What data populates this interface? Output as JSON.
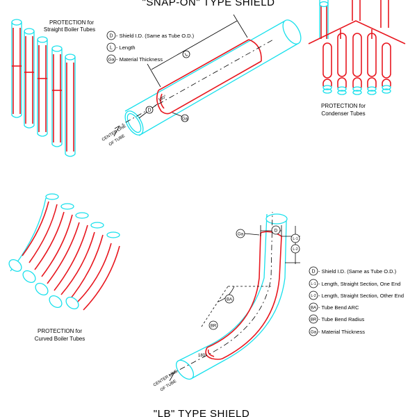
{
  "titles": {
    "top": "\"SNAP-ON\" TYPE SHIELD",
    "bottom": "\"LB\" TYPE SHIELD"
  },
  "captions": {
    "straight_line1": "PROTECTION  for",
    "straight_line2": "Straight Boiler Tubes",
    "condenser_line1": "PROTECTION  for",
    "condenser_line2": "Condenser Tubes",
    "curved_line1": "PROTECTION  for",
    "curved_line2": "Curved Boiler Tubes"
  },
  "snapon_legend": [
    {
      "symbol": "D",
      "text": "- Shield I.D. (Same as Tube O.D.)"
    },
    {
      "symbol": "L",
      "text": "- Length"
    },
    {
      "symbol": "Ga",
      "text": "- Material Thickness"
    }
  ],
  "lb_legend": [
    {
      "symbol": "D",
      "text": "- Shield I.D. (Same as Tube O.D.)"
    },
    {
      "symbol": "L-1",
      "text": "- Length, Straight Section, One End"
    },
    {
      "symbol": "L-2",
      "text": "- Length, Straight Section, Other End"
    },
    {
      "symbol": "BA",
      "text": "- Tube Bend ARC"
    },
    {
      "symbol": "BR",
      "text": "- Tube Bend Radius"
    },
    {
      "symbol": "Ga",
      "text": "- Material Thickness"
    }
  ],
  "snapon_callouts": {
    "length": "L",
    "diameter": "D",
    "thickness": "Ga",
    "arc": "180°",
    "centerline_1": "CENTER LINE",
    "centerline_2": "OF TUBE"
  },
  "lb_callouts": {
    "thickness": "Ga",
    "diameter": "D",
    "l1": "L-1",
    "l2": "L-2",
    "bend_arc": "BA",
    "bend_radius": "BR",
    "arc": "180°",
    "centerline_1": "CENTER LINE",
    "centerline_2": "OF TUBE"
  },
  "colors": {
    "tube": "#19e0ec",
    "shield": "#e8171f",
    "line": "#000000"
  }
}
